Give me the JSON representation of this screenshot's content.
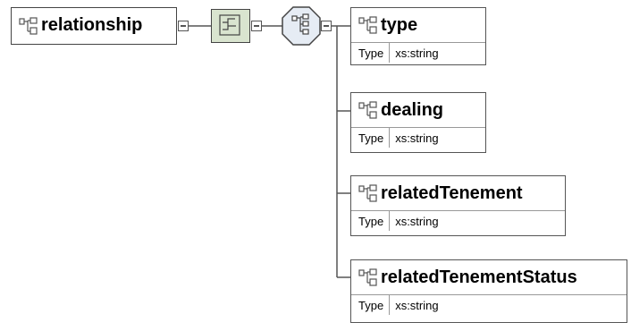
{
  "root": {
    "name": "relationship",
    "icon": "element-icon"
  },
  "compositor": {
    "sequence_icon": "sequence-icon",
    "choice_icon": "choice-icon"
  },
  "children": [
    {
      "name": "type",
      "type_label": "Type",
      "type_value": "xs:string"
    },
    {
      "name": "dealing",
      "type_label": "Type",
      "type_value": "xs:string"
    },
    {
      "name": "relatedTenement",
      "type_label": "Type",
      "type_value": "xs:string"
    },
    {
      "name": "relatedTenementStatus",
      "type_label": "Type",
      "type_value": "xs:string"
    }
  ],
  "colors": {
    "border": "#555555",
    "sequence_fill": "#d9e4cf",
    "choice_fill": "#e6ecf4"
  }
}
